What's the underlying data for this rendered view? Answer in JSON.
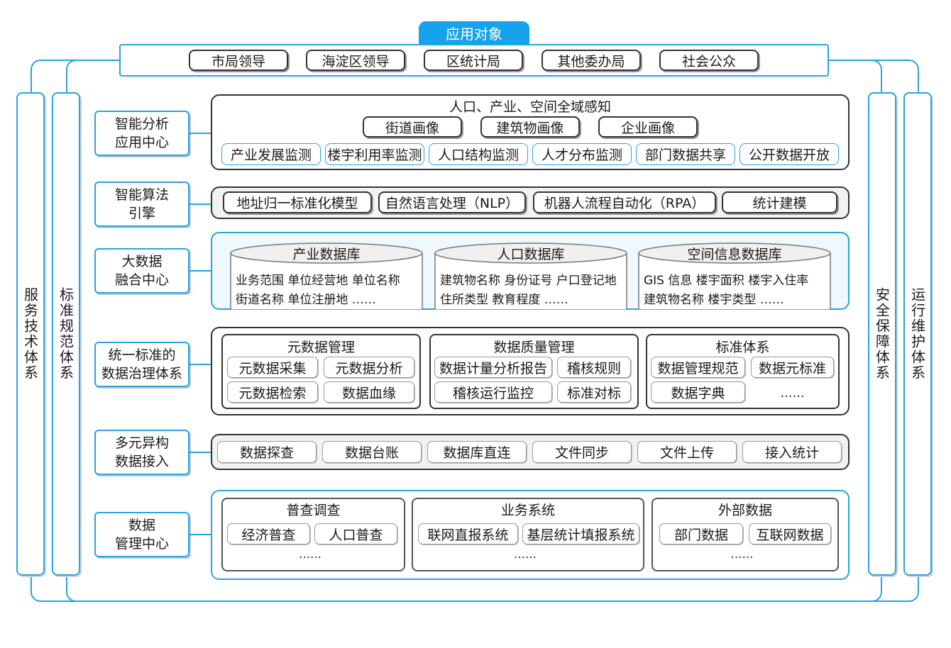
{
  "top": {
    "tag": "应用对象",
    "items": [
      "市局领导",
      "海淀区领导",
      "区统计局",
      "其他委办局",
      "社会公众"
    ]
  },
  "sides": {
    "left1": "服务技术体系",
    "left2": "标准规范体系",
    "right1": "安全保障体系",
    "right2": "运行维护体系"
  },
  "rows": {
    "r1": {
      "label": "智能分析\n应用中心",
      "title": "人口、产业、空间全域感知",
      "mid": [
        "街道画像",
        "建筑物画像",
        "企业画像"
      ],
      "bottom": [
        "产业发展监测",
        "楼宇利用率监测",
        "人口结构监测",
        "人才分布监测",
        "部门数据共享",
        "公开数据开放"
      ]
    },
    "r2": {
      "label": "智能算法\n引擎",
      "items": [
        "地址归一标准化模型",
        "自然语言处理（NLP）",
        "机器人流程自动化（RPA）",
        "统计建模"
      ]
    },
    "r3": {
      "label": "大数据\n融合中心",
      "dbs": [
        {
          "name": "产业数据库",
          "line1": "业务范围   单位经营地   单位名称",
          "line2": "街道名称   单位注册地   ……"
        },
        {
          "name": "人口数据库",
          "line1": "建筑物名称 身份证号 户口登记地",
          "line2": "住所类型    教育程度    ……"
        },
        {
          "name": "空间信息数据库",
          "line1": "GIS 信息   楼宇面积    楼宇入住率",
          "line2": "建筑物名称      楼宇类型      ……"
        }
      ]
    },
    "r4": {
      "label": "统一标准的\n数据治理体系",
      "groups": [
        {
          "title": "元数据管理",
          "items": [
            "元数据采集",
            "元数据分析",
            "元数据检索",
            "数据血缘"
          ]
        },
        {
          "title": "数据质量管理",
          "items": [
            "数据计量分析报告",
            "稽核规则",
            "稽核运行监控",
            "标准对标"
          ]
        },
        {
          "title": "标准体系",
          "items": [
            "数据管理规范",
            "数据元标准",
            "数据字典",
            "……"
          ]
        }
      ]
    },
    "r5": {
      "label": "多元异构\n数据接入",
      "items": [
        "数据探查",
        "数据台账",
        "数据库直连",
        "文件同步",
        "文件上传",
        "接入统计"
      ]
    },
    "r6": {
      "label": "数据\n管理中心",
      "groups": [
        {
          "title": "普查调查",
          "items": [
            "经济普查",
            "人口普查"
          ],
          "more": "……"
        },
        {
          "title": "业务系统",
          "items": [
            "联网直报系统",
            "基层统计填报系统"
          ],
          "more": "……"
        },
        {
          "title": "外部数据",
          "items": [
            "部门数据",
            "互联网数据"
          ],
          "more": "……"
        }
      ]
    }
  }
}
